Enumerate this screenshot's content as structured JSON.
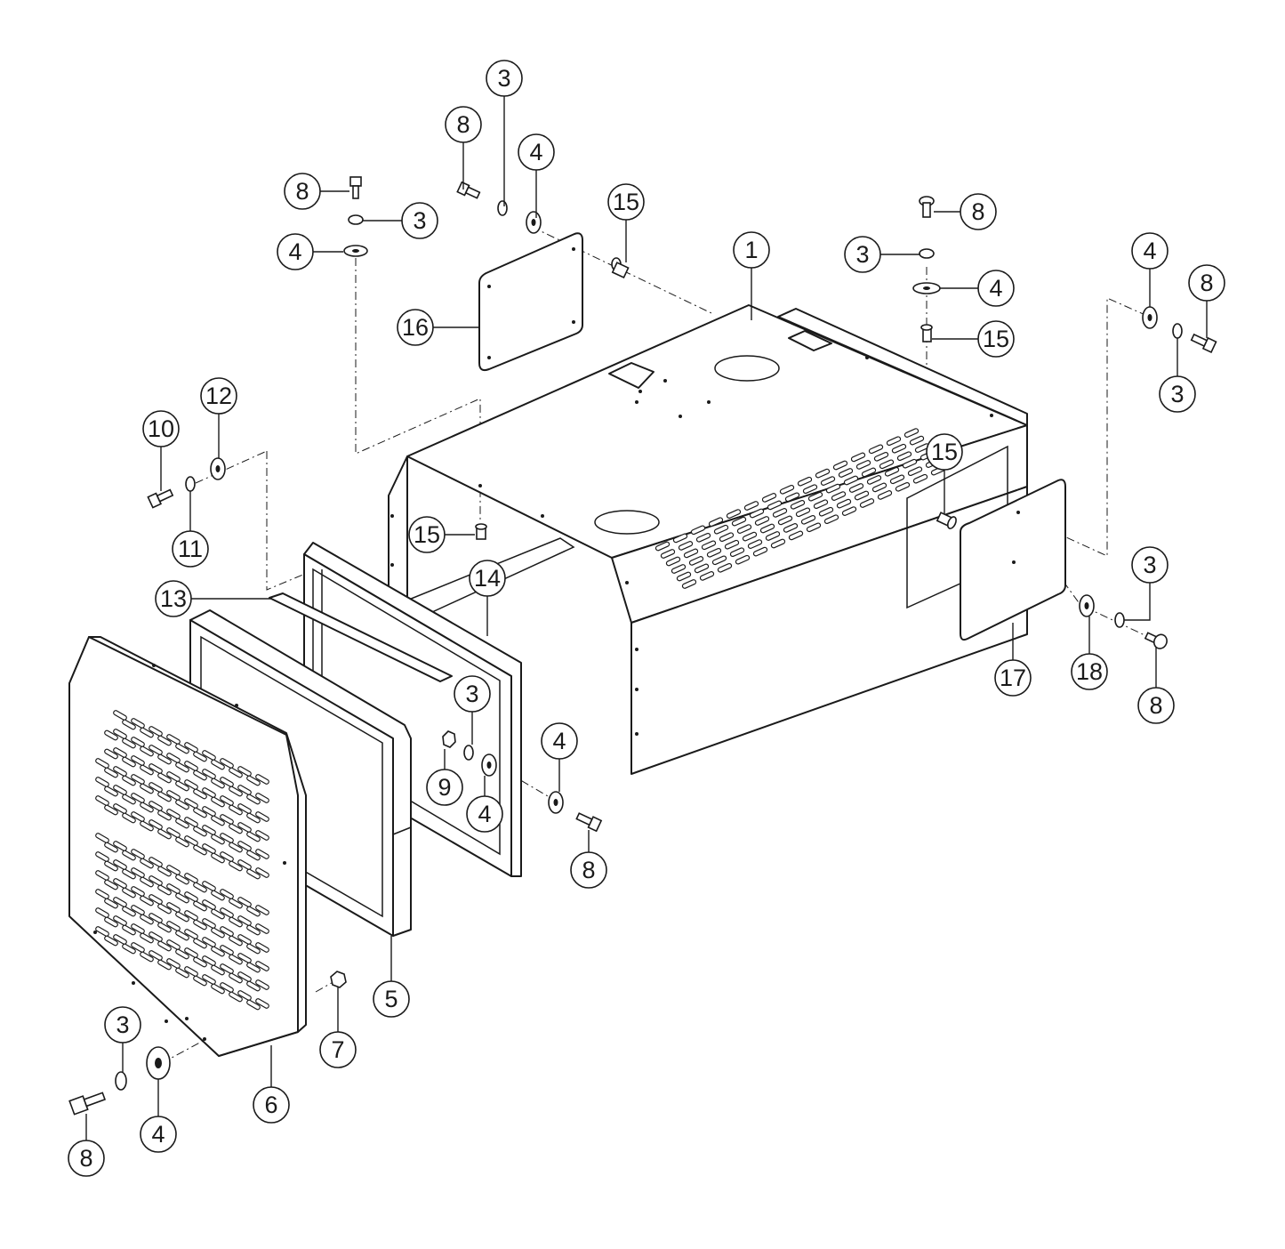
{
  "callouts": [
    {
      "id": "c1",
      "label": "1"
    },
    {
      "id": "c3a",
      "label": "3"
    },
    {
      "id": "c3b",
      "label": "3"
    },
    {
      "id": "c3c",
      "label": "3"
    },
    {
      "id": "c3d",
      "label": "3"
    },
    {
      "id": "c3e",
      "label": "3"
    },
    {
      "id": "c3f",
      "label": "3"
    },
    {
      "id": "c3g",
      "label": "3"
    },
    {
      "id": "c4a",
      "label": "4"
    },
    {
      "id": "c4b",
      "label": "4"
    },
    {
      "id": "c4c",
      "label": "4"
    },
    {
      "id": "c4d",
      "label": "4"
    },
    {
      "id": "c4e",
      "label": "4"
    },
    {
      "id": "c4f",
      "label": "4"
    },
    {
      "id": "c4g",
      "label": "4"
    },
    {
      "id": "c5",
      "label": "5"
    },
    {
      "id": "c6",
      "label": "6"
    },
    {
      "id": "c7",
      "label": "7"
    },
    {
      "id": "c8a",
      "label": "8"
    },
    {
      "id": "c8b",
      "label": "8"
    },
    {
      "id": "c8c",
      "label": "8"
    },
    {
      "id": "c8d",
      "label": "8"
    },
    {
      "id": "c8e",
      "label": "8"
    },
    {
      "id": "c8f",
      "label": "8"
    },
    {
      "id": "c8g",
      "label": "8"
    },
    {
      "id": "c9",
      "label": "9"
    },
    {
      "id": "c10",
      "label": "10"
    },
    {
      "id": "c11",
      "label": "11"
    },
    {
      "id": "c12",
      "label": "12"
    },
    {
      "id": "c13",
      "label": "13"
    },
    {
      "id": "c14",
      "label": "14"
    },
    {
      "id": "c15a",
      "label": "15"
    },
    {
      "id": "c15b",
      "label": "15"
    },
    {
      "id": "c15c",
      "label": "15"
    },
    {
      "id": "c15d",
      "label": "15"
    },
    {
      "id": "c16",
      "label": "16"
    },
    {
      "id": "c17",
      "label": "17"
    },
    {
      "id": "c18",
      "label": "18"
    }
  ]
}
